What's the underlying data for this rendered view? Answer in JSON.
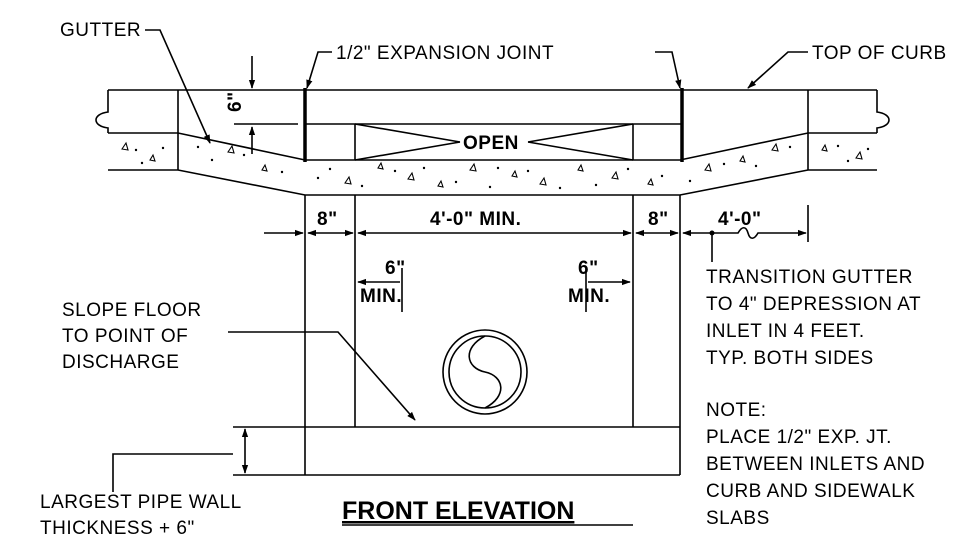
{
  "callouts": {
    "gutter": "GUTTER",
    "expansion_joint": "1/2\" EXPANSION JOINT",
    "top_of_curb": "TOP OF CURB",
    "open": "OPEN",
    "six_in": "6\""
  },
  "dimensions": {
    "left_wall": "8\"",
    "inner_width": "4'-0\" MIN.",
    "right_wall": "8\"",
    "transition": "4'-0\"",
    "min_left_top": "6\"",
    "min_left_bottom": "MIN.",
    "min_right_top": "6\"",
    "min_right_bottom": "MIN."
  },
  "notes": {
    "slope_floor": [
      "SLOPE FLOOR",
      "TO POINT OF",
      "DISCHARGE"
    ],
    "transition_gutter": [
      "TRANSITION GUTTER",
      "TO 4\" DEPRESSION AT",
      "INLET IN 4 FEET.",
      "TYP. BOTH SIDES"
    ],
    "note": [
      "NOTE:",
      "PLACE 1/2\" EXP. JT.",
      "BETWEEN INLETS AND",
      "CURB AND SIDEWALK",
      "SLABS"
    ],
    "pipe_wall": [
      "LARGEST PIPE WALL",
      "THICKNESS + 6\""
    ]
  },
  "title": "FRONT ELEVATION"
}
